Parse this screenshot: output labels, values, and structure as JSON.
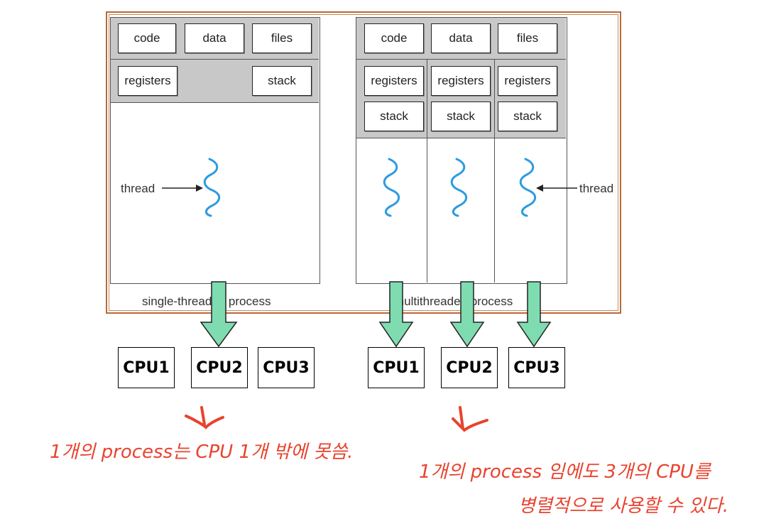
{
  "single": {
    "top_cells": [
      "code",
      "data",
      "files"
    ],
    "registers": "registers",
    "stack": "stack",
    "thread_label": "thread",
    "caption": "single-threaded process"
  },
  "multi": {
    "top_cells": [
      "code",
      "data",
      "files"
    ],
    "registers": [
      "registers",
      "registers",
      "registers"
    ],
    "stacks": [
      "stack",
      "stack",
      "stack"
    ],
    "thread_label": "thread",
    "caption": "multithreaded process"
  },
  "cpus_left": [
    "CPU1",
    "CPU2",
    "CPU3"
  ],
  "cpus_right": [
    "CPU1",
    "CPU2",
    "CPU3"
  ],
  "colors": {
    "thread": "#2e9be0",
    "arrow_fill": "#7fdcb0",
    "frame": "#b8693a",
    "handwriting": "#e8432e"
  },
  "notes": {
    "left": "1개의 process는 CPU 1개 밖에 못씀.",
    "right_line1": "1개의 process 임에도 3개의 CPU를",
    "right_line2": "병렬적으로 사용할 수 있다."
  }
}
